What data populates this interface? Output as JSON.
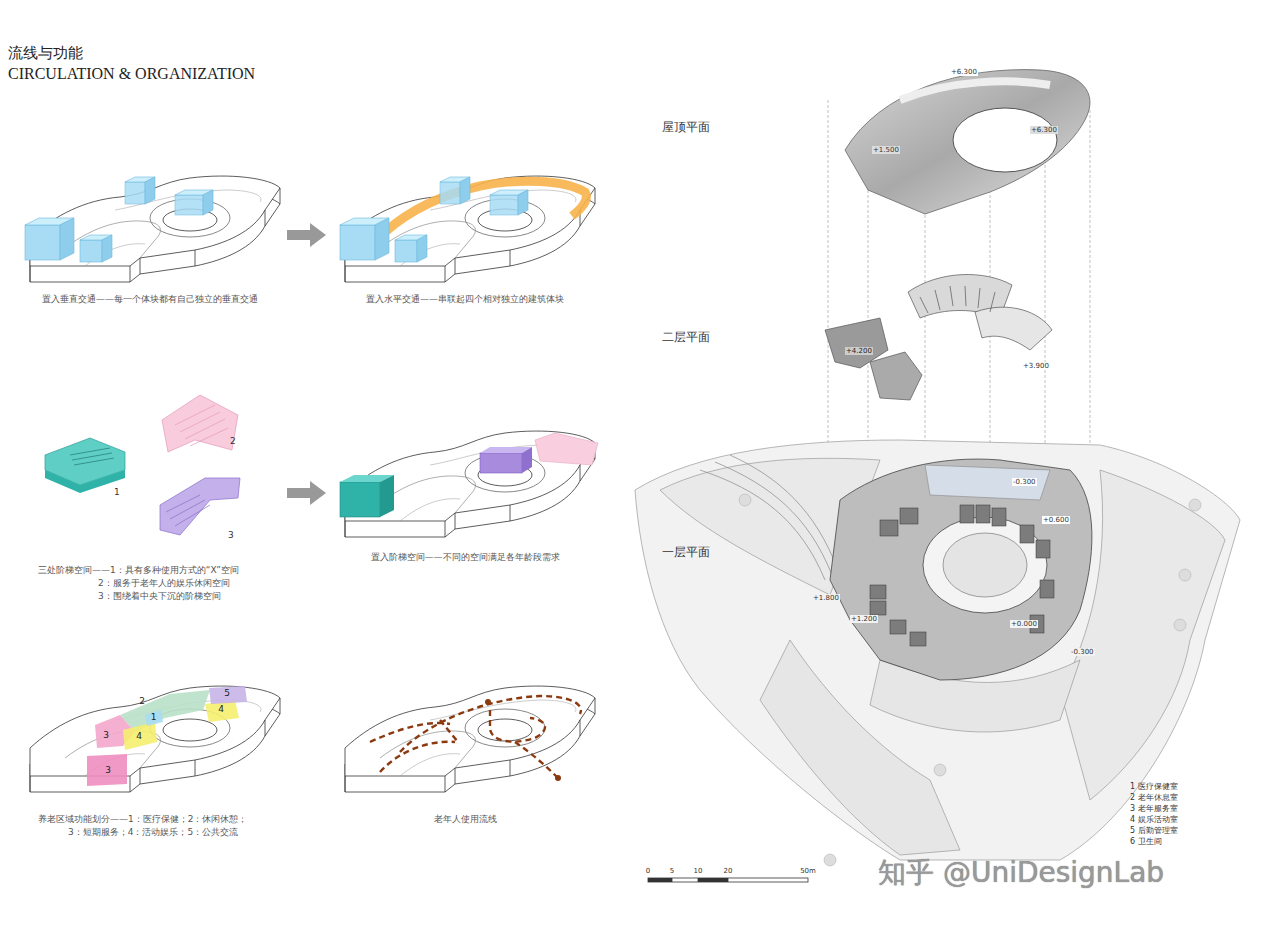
{
  "diagram": {
    "title": "流线与功能",
    "nodes": [
      {
        "text": [
          "2"
        ]
      },
      {
        "text": [
          "5"
        ]
      },
      {
        "text": [
          "1"
        ]
      },
      {
        "text": [
          "4"
        ]
      },
      {
        "text": [
          "3"
        ]
      },
      {
        "text": [
          "4"
        ]
      },
      {
        "text": [
          "3"
        ]
      }
    ],
    "labels": [
      "CIRCULATION & ORGANIZATION",
      "置入垂直交通——每一个体块都有自己独立的垂直交通",
      "置入水平交通——串联起四个相对独立的建筑体块",
      "1",
      "2",
      "3",
      "三处阶梯空间——1：具有多种使用方式的“X”空间",
      "2：服务于老年人的娱乐休闲空间",
      "3：围绕着中央下沉的阶梯空间",
      "置入阶梯空间——不同的空间满足各年龄段需求",
      "养老区域功能划分——1：医疗保健；2：休闲休憩；",
      "3：短期服务；4：活动娱乐；5：公共交流",
      "老年人使用流线",
      "屋顶平面",
      "二层平面",
      "一层平面",
      "+6.300",
      "+6.300",
      "+1.500",
      "+4.200",
      "+3.900",
      "-0.300",
      "+0.600",
      "+1.800",
      "+1.200",
      "+0.000",
      "-0.300",
      "1 医疗保健室",
      "2 老年休息室",
      "3 老年服务室",
      "4 娱乐活动室",
      "5 后勤管理室",
      "6 卫生间",
      "0",
      "5",
      "10",
      "20",
      "50m",
      "知乎 @UniDesignLab"
    ]
  }
}
